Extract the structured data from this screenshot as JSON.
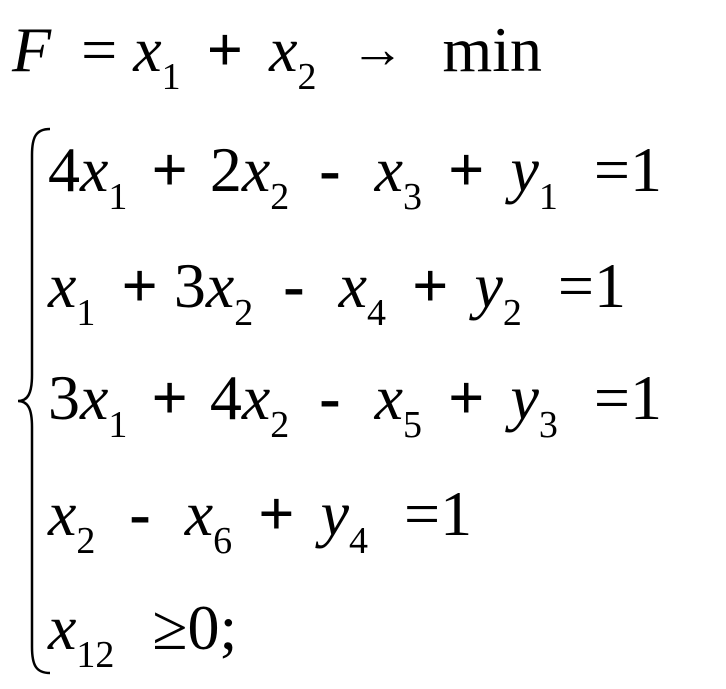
{
  "objective": {
    "F": "F",
    "eq": "=",
    "x": "x",
    "s1": "1",
    "plus": "+",
    "s2": "2",
    "arrow": "→",
    "min": "min"
  },
  "constraints": {
    "r1": {
      "c1": "4",
      "v1": "x",
      "s1": "1",
      "p1": "+",
      "c2": "2",
      "v2": "x",
      "s2": "2",
      "m": "-",
      "v3": "x",
      "s3": "3",
      "p2": "+",
      "y": "y",
      "sy": "1",
      "eq": "=",
      "rhs": "1"
    },
    "r2": {
      "v1": "x",
      "s1": "1",
      "p1": "+",
      "c2": "3",
      "v2": "x",
      "s2": "2",
      "m": "-",
      "v3": "x",
      "s3": "4",
      "p2": "+",
      "y": "y",
      "sy": "2",
      "eq": "=",
      "rhs": "1"
    },
    "r3": {
      "c1": "3",
      "v1": "x",
      "s1": "1",
      "p1": "+",
      "c2": "4",
      "v2": "x",
      "s2": "2",
      "m": "-",
      "v3": "x",
      "s3": "5",
      "p2": "+",
      "y": "y",
      "sy": "3",
      "eq": "=",
      "rhs": "1"
    },
    "r4": {
      "v1": "x",
      "s1": "2",
      "m": "-",
      "v2": "x",
      "s2": "6",
      "p": "+",
      "y": "y",
      "sy": "4",
      "eq": "=",
      "rhs": "1"
    },
    "r5": {
      "v1": "x",
      "s1": "12",
      "ge": "≥",
      "rhs": "0;"
    }
  }
}
